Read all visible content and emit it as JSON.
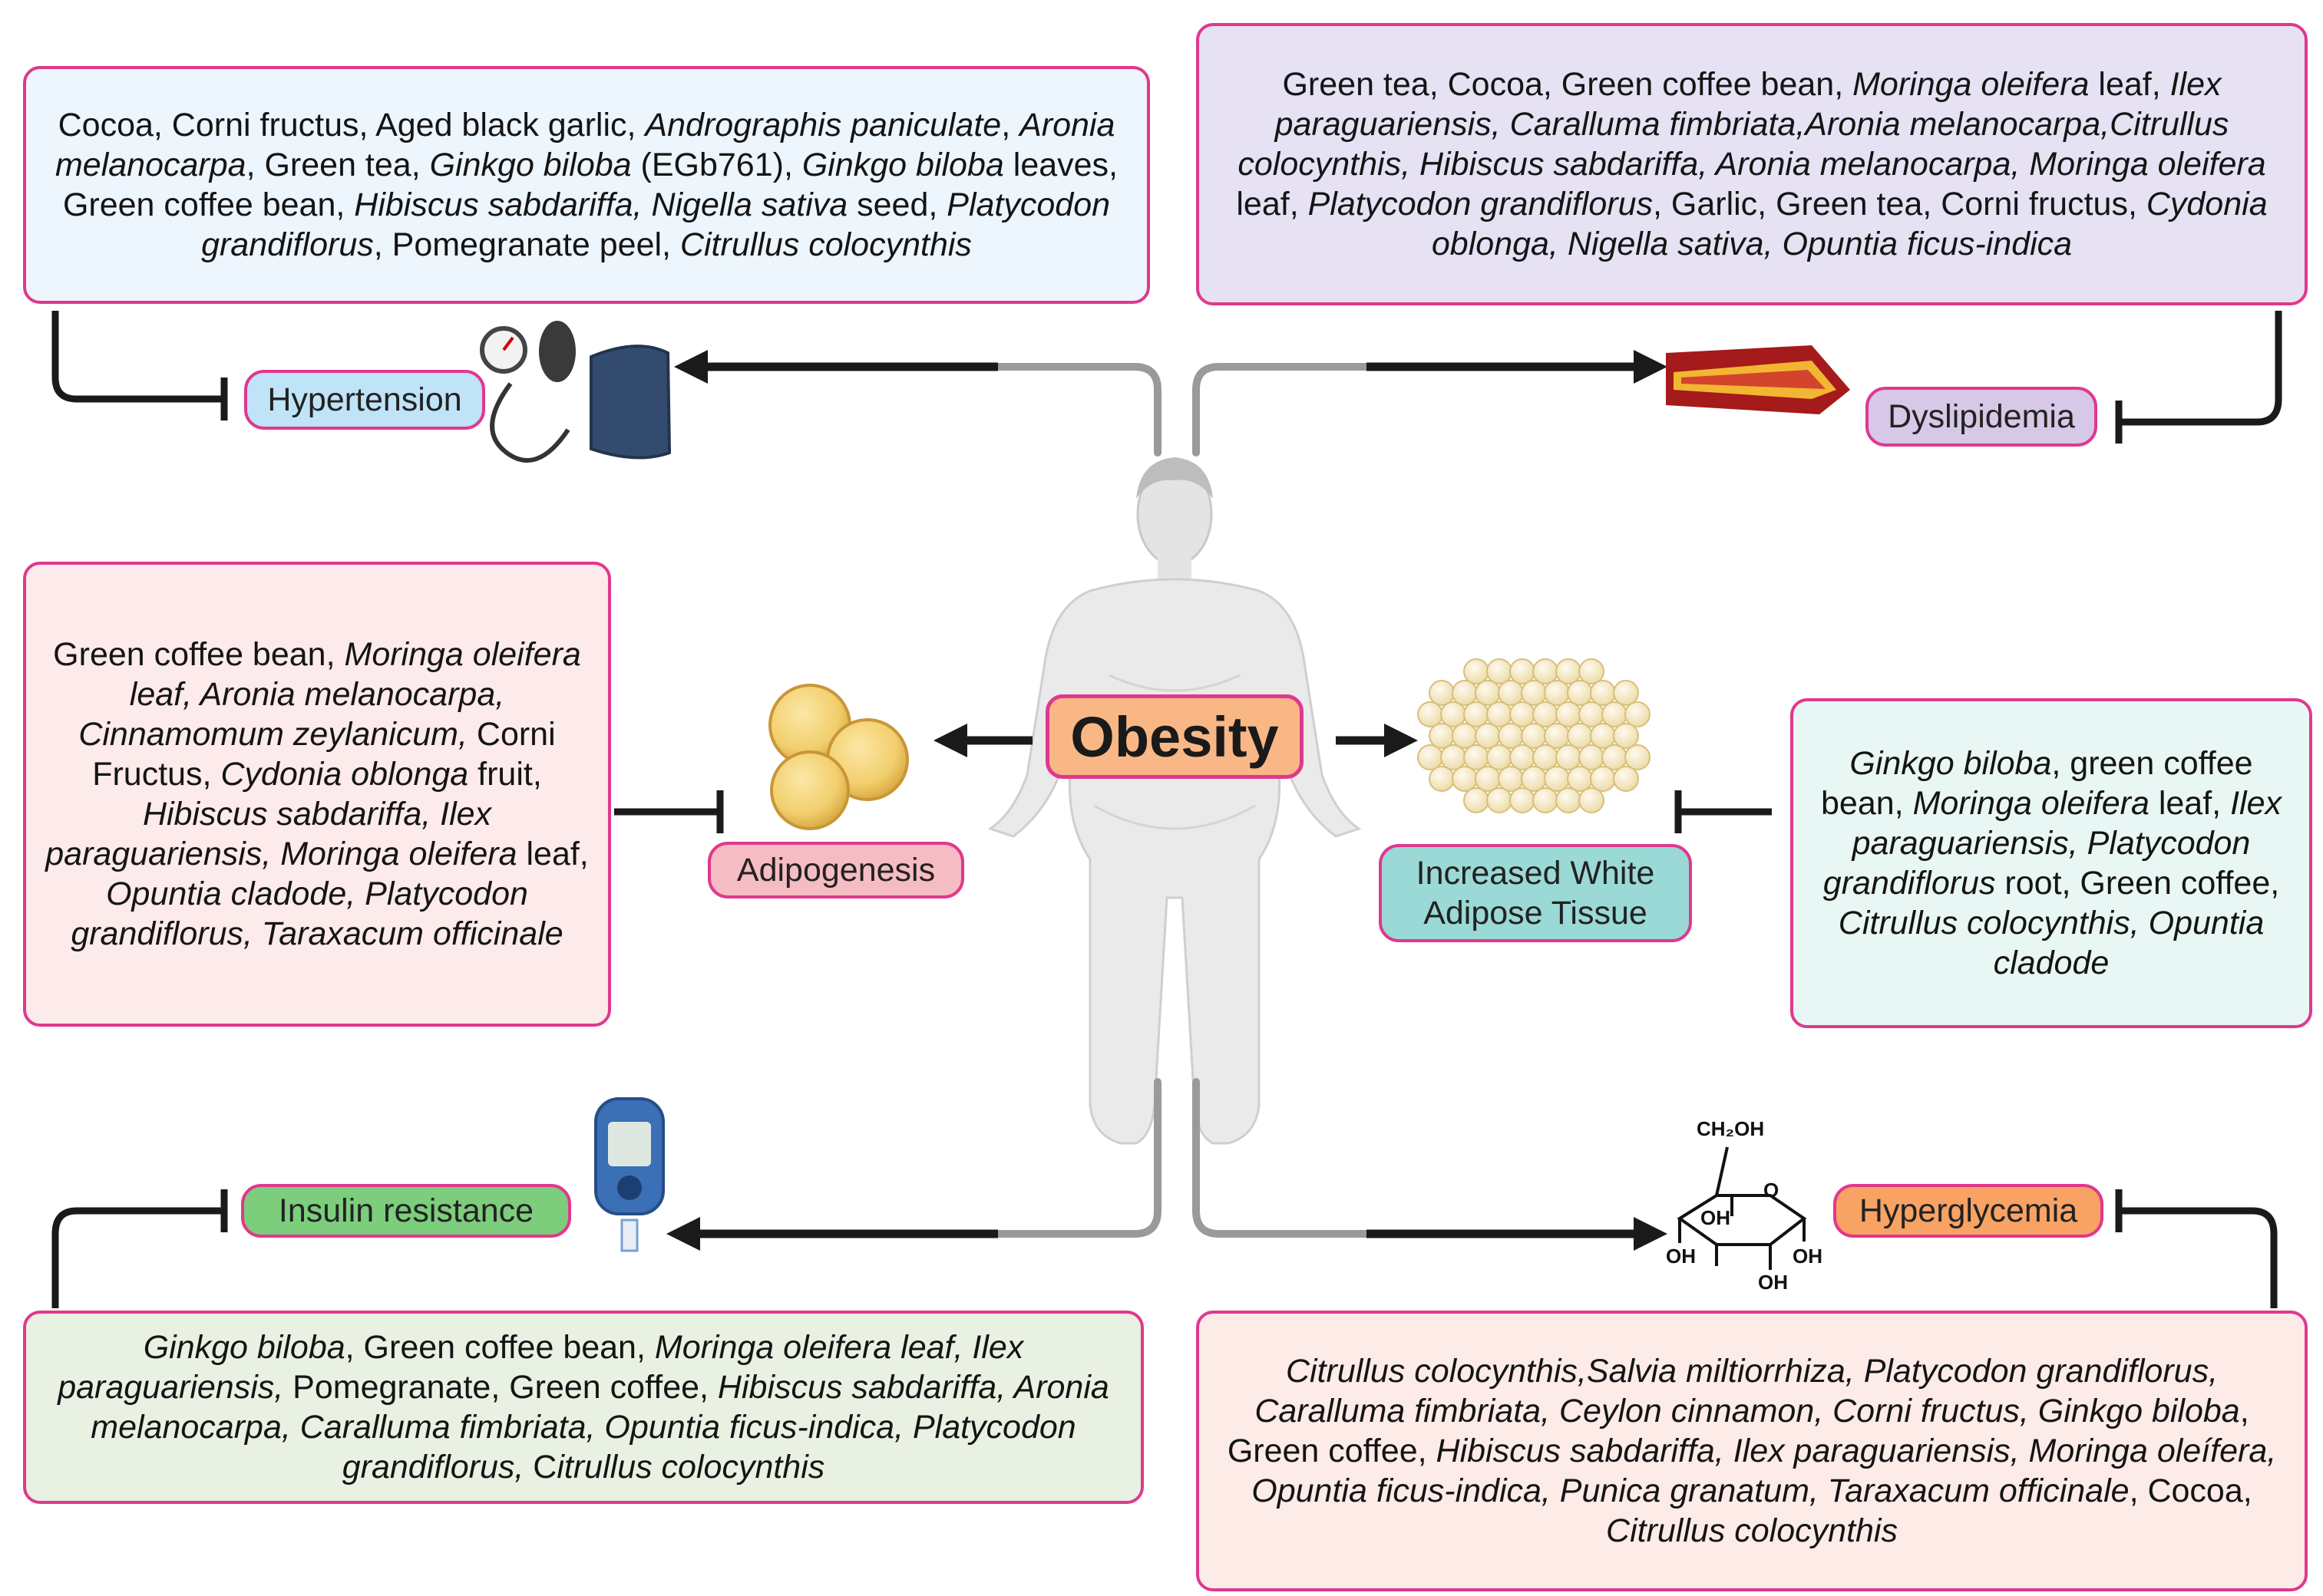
{
  "center": {
    "label": "Obesity"
  },
  "conditions": [
    {
      "id": "hypertension",
      "label": "Hypertension",
      "color": "#bfe3f7"
    },
    {
      "id": "dyslipidemia",
      "label": "Dyslipidemia",
      "color": "#d6c8e6"
    },
    {
      "id": "adipogenesis",
      "label": "Adipogenesis",
      "color": "#f6bcc3"
    },
    {
      "id": "white_adipose",
      "label": "Increased White Adipose Tissue",
      "color": "#9ad9d5"
    },
    {
      "id": "insulin",
      "label": "Insulin resistance",
      "color": "#7ccd7c"
    },
    {
      "id": "hyperglycemia",
      "label": "Hyperglycemia",
      "color": "#f8a263"
    }
  ],
  "boxes": [
    {
      "id": "hypertension",
      "bg": "#edf5fd",
      "segments": [
        {
          "t": "Cocoa, Corni fructus, Aged black garlic, "
        },
        {
          "t": "Andrographis paniculate",
          "i": true
        },
        {
          "t": ", "
        },
        {
          "t": "Aronia melanocarpa",
          "i": true
        },
        {
          "t": ", Green tea, "
        },
        {
          "t": "Ginkgo biloba",
          "i": true
        },
        {
          "t": " (EGb761), "
        },
        {
          "t": "Ginkgo biloba",
          "i": true
        },
        {
          "t": " leaves, Green coffee bean, "
        },
        {
          "t": "Hibiscus sabdariffa, Nigella sativa",
          "i": true
        },
        {
          "t": " seed, "
        },
        {
          "t": "Platycodon grandiflorus",
          "i": true
        },
        {
          "t": ", Pomegranate peel, "
        },
        {
          "t": "Citrullus colocynthis",
          "i": true
        }
      ]
    },
    {
      "id": "dyslipidemia",
      "bg": "#e6e1f3",
      "segments": [
        {
          "t": "Green tea, Cocoa, Green coffee bean, "
        },
        {
          "t": "Moringa oleifera",
          "i": true
        },
        {
          "t": " leaf, "
        },
        {
          "t": "Ilex paraguariensis, Caralluma fimbriata,Aronia melanocarpa,Citrullus colocynthis, Hibiscus sabdariffa, Aronia melanocarpa, Moringa oleifera",
          "i": true
        },
        {
          "t": " leaf, "
        },
        {
          "t": "Platycodon grandiflorus",
          "i": true
        },
        {
          "t": ", Garlic, Green tea, Corni fructus, "
        },
        {
          "t": "Cydonia oblonga, Nigella sativa, Opuntia ficus-indica",
          "i": true
        }
      ]
    },
    {
      "id": "adipogenesis",
      "bg": "#fdeaea",
      "segments": [
        {
          "t": "Green coffee bean, "
        },
        {
          "t": "Moringa oleifera leaf, Aronia melanocarpa, Cinnamomum zeylanicum,",
          "i": true
        },
        {
          "t": " Corni Fructus, "
        },
        {
          "t": "Cydonia oblonga",
          "i": true
        },
        {
          "t": " fruit, "
        },
        {
          "t": "Hibiscus sabdariffa, Ilex paraguariensis, Moringa oleifera",
          "i": true
        },
        {
          "t": " leaf, "
        },
        {
          "t": "Opuntia cladode, Platycodon grandiflorus, Taraxacum officinale",
          "i": true
        }
      ]
    },
    {
      "id": "white_adipose",
      "bg": "#e8f6f4",
      "segments": [
        {
          "t": "Ginkgo biloba",
          "i": true
        },
        {
          "t": ", green coffee bean, "
        },
        {
          "t": "Moringa oleifera",
          "i": true
        },
        {
          "t": " leaf, "
        },
        {
          "t": "Ilex paraguariensis, Platycodon grandiflorus",
          "i": true
        },
        {
          "t": " root, Green coffee, "
        },
        {
          "t": "Citrullus colocynthis, Opuntia cladode",
          "i": true
        }
      ]
    },
    {
      "id": "insulin",
      "bg": "#e8f1e2",
      "segments": [
        {
          "t": "Ginkgo biloba",
          "i": true
        },
        {
          "t": ", Green coffee bean, "
        },
        {
          "t": "Moringa oleifera leaf, Ilex paraguariensis,",
          "i": true
        },
        {
          "t": " Pomegranate, Green coffee, "
        },
        {
          "t": "Hibiscus sabdariffa, Aronia melanocarpa, Caralluma fimbriata, Opuntia ficus-indica, Platycodon grandiflorus, ",
          "i": true
        },
        {
          "t": "C"
        },
        {
          "t": "itrullus colocynthis",
          "i": true
        }
      ]
    },
    {
      "id": "hyperglycemia",
      "bg": "#fdebe8",
      "segments": [
        {
          "t": "Citrullus colocynthis,Salvia miltiorrhiza, Platycodon grandiflorus, Caralluma fimbriata, Ceylon cinnamon, Corni fructus, Ginkgo biloba",
          "i": true
        },
        {
          "t": ", Green coffee, "
        },
        {
          "t": "Hibiscus sabdariffa, Ilex paraguariensis, Moringa oleífera, Opuntia ficus-indica, Punica granatum, Taraxacum officinale",
          "i": true
        },
        {
          "t": ", Cocoa, "
        },
        {
          "t": "Citrullus colocynthis",
          "i": true
        }
      ]
    }
  ],
  "glucose": {
    "top": "CH₂OH",
    "ring_o": "O",
    "oh_labels": [
      "OH",
      "OH",
      "OH",
      "OH"
    ]
  },
  "colors": {
    "border": "#e0388e",
    "arrow": "#1a1a1a",
    "connector": "#9a9a9a",
    "center_fill": "#f9b786"
  }
}
